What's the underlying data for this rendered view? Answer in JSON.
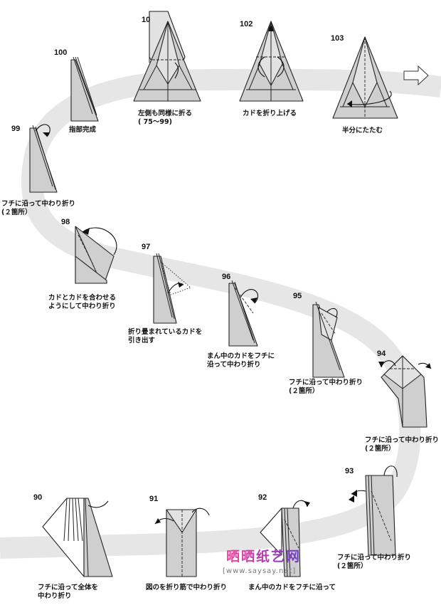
{
  "steps": [
    {
      "num": "103",
      "caption": "半分にたたむ"
    },
    {
      "num": "102",
      "caption": "カドを折り上げる"
    },
    {
      "num": "10",
      "caption": "左側も同様に折る\n( 75〜99)"
    },
    {
      "num": "100",
      "caption": "指部完成"
    },
    {
      "num": "99",
      "caption": "フチに沿って中わり折り\n(２箇所）"
    },
    {
      "num": "98",
      "caption": "カドとカドを合わせる\nようにして中わり折り"
    },
    {
      "num": "97",
      "caption": "折り畳まれているカドを\n引き出す"
    },
    {
      "num": "96",
      "caption": "まん中のカドをフチに\n沿って中わり折り"
    },
    {
      "num": "95",
      "caption": "フチに沿って中わり折り\n(２箇所）"
    },
    {
      "num": "94",
      "caption": "フチに沿って中わり折り\n(２箇所）"
    },
    {
      "num": "93",
      "caption": "フチに沿って中わり折り\n(２箇所）"
    },
    {
      "num": "92",
      "caption": "まん中のカドをフチに沿って"
    },
    {
      "num": "91",
      "caption": "図のを折り筋で中わり折り"
    },
    {
      "num": "90",
      "caption": "フチに沿って全体を\n中わり折り"
    }
  ],
  "watermark": {
    "site_name": "晒晒纸艺网",
    "url": "[www.saysay.net]",
    "color_a": "#ff3d9a",
    "color_b": "#6a3fc9"
  },
  "colors": {
    "path_band": "#e6e6e6",
    "paper_gray": "#cfcfcf"
  },
  "icons": {
    "next": "outline-right-arrow-icon"
  }
}
